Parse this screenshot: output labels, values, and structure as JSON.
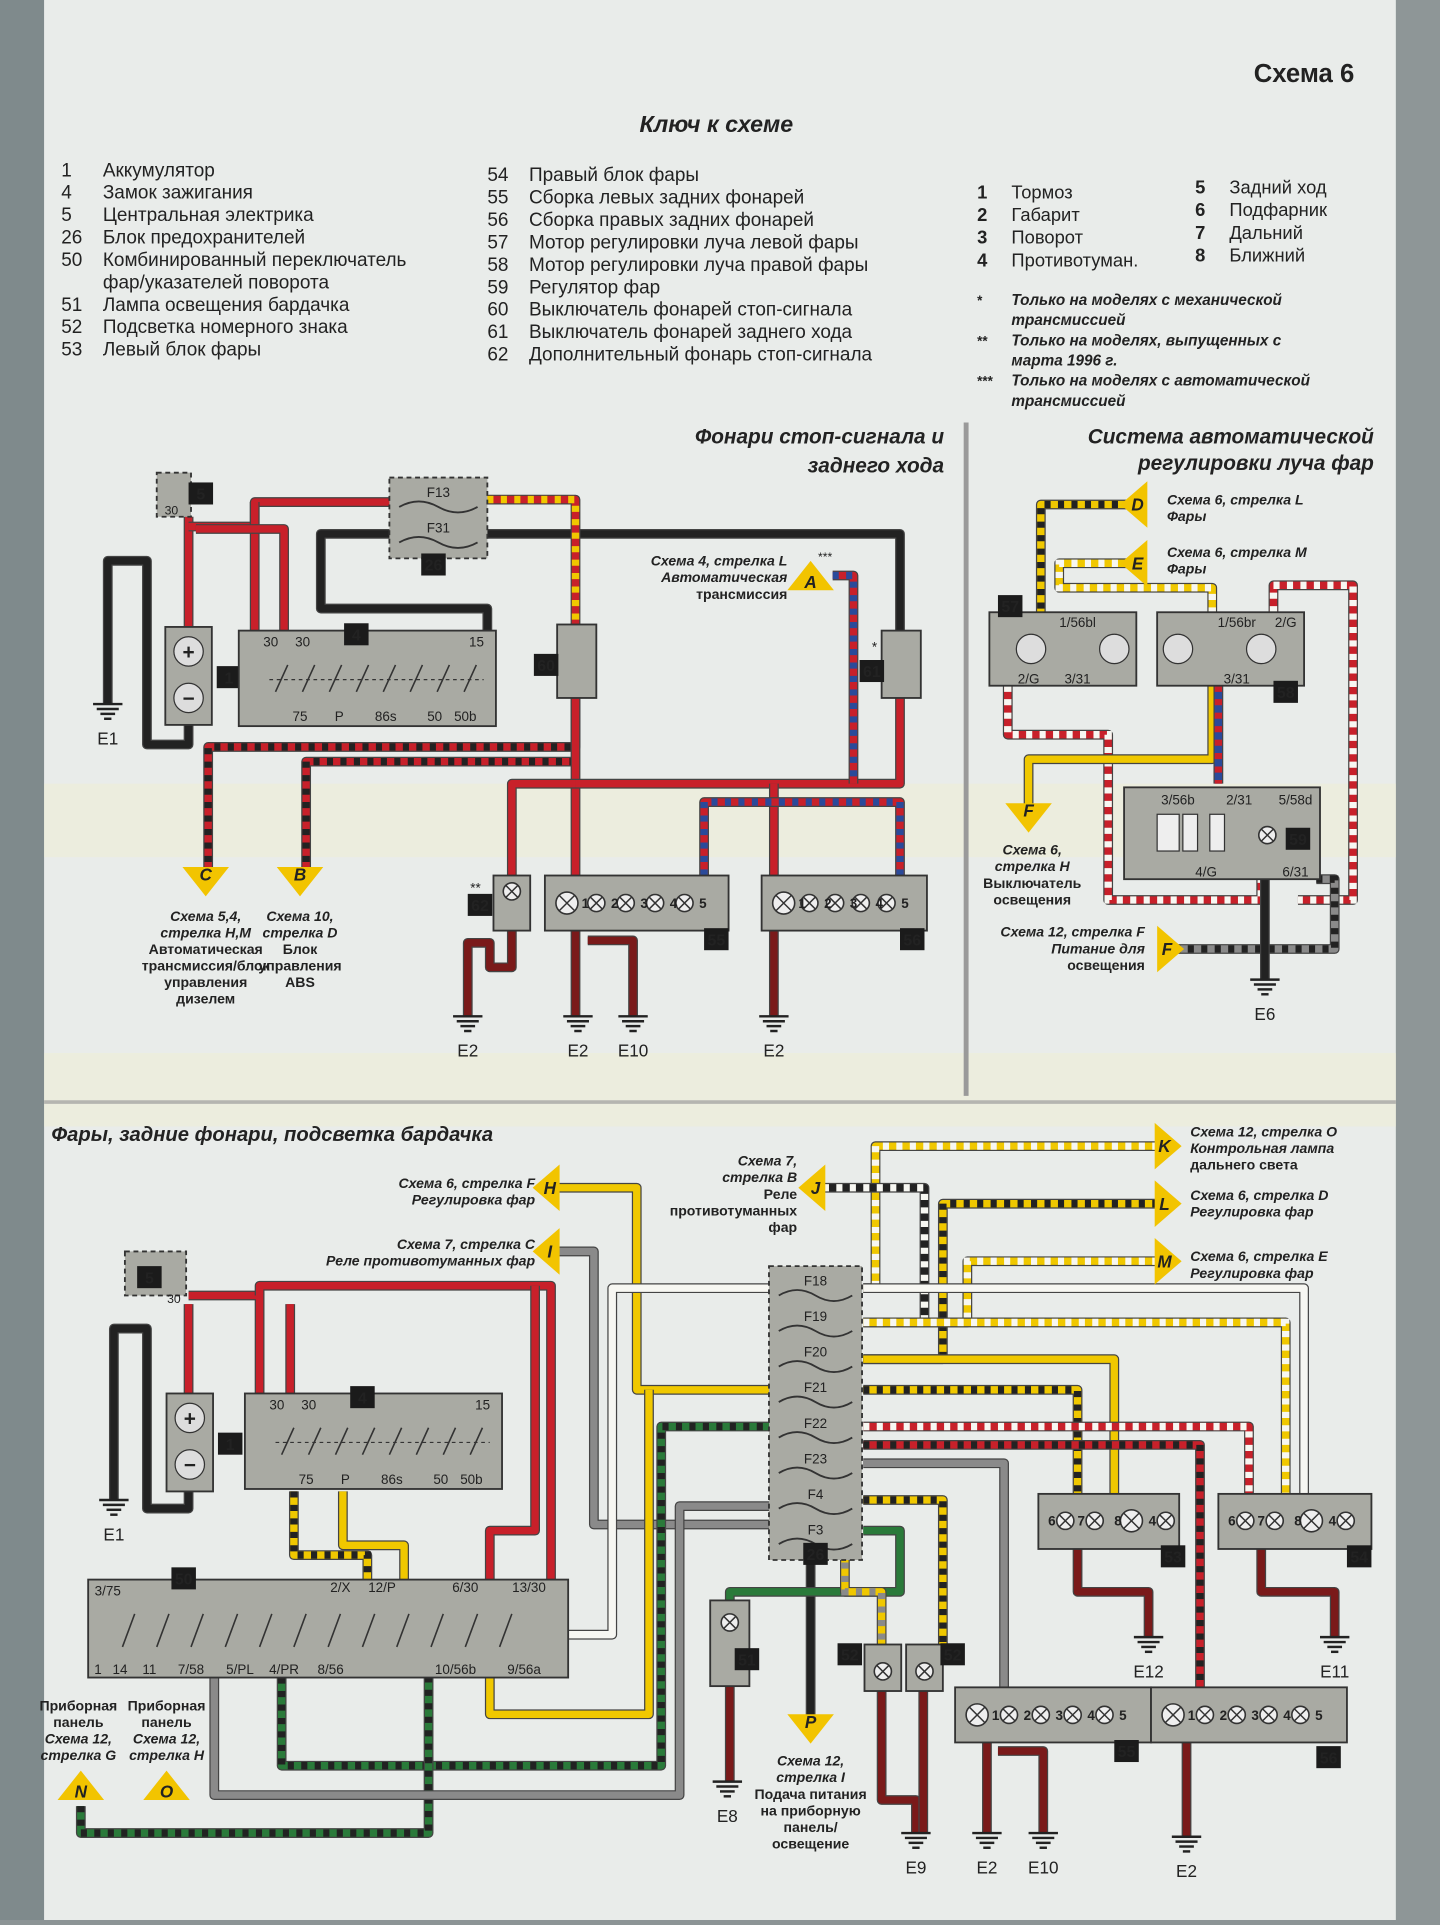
{
  "header": {
    "schema_title": "Схема 6",
    "key_title": "Ключ к схеме"
  },
  "key": {
    "items": [
      {
        "num": "1",
        "label": [
          "Аккумулятор"
        ]
      },
      {
        "num": "4",
        "label": [
          "Замок зажигания"
        ]
      },
      {
        "num": "5",
        "label": [
          "Центральная электрика"
        ]
      },
      {
        "num": "26",
        "label": [
          "Блок предохранителей"
        ]
      },
      {
        "num": "50",
        "label": [
          "Комбинированный   переключатель",
          "фар/указателей поворота"
        ]
      },
      {
        "num": "51",
        "label": [
          "Лампа освещения бардачка"
        ]
      },
      {
        "num": "52",
        "label": [
          "Подсветка номерного знака"
        ]
      },
      {
        "num": "53",
        "label": [
          "Левый блок фары"
        ]
      },
      {
        "num": "54",
        "label": [
          "Правый блок фары"
        ]
      },
      {
        "num": "55",
        "label": [
          "Сборка левых задних фонарей"
        ]
      },
      {
        "num": "56",
        "label": [
          "Сборка правых задних фонарей"
        ]
      },
      {
        "num": "57",
        "label": [
          "Мотор регулировки луча левой фары"
        ]
      },
      {
        "num": "58",
        "label": [
          "Мотор регулировки луча правой фары"
        ]
      },
      {
        "num": "59",
        "label": [
          "Регулятор фар"
        ]
      },
      {
        "num": "60",
        "label": [
          "Выключатель фонарей стоп-сигнала"
        ]
      },
      {
        "num": "61",
        "label": [
          "Выключатель фонарей заднего хода"
        ]
      },
      {
        "num": "62",
        "label": [
          "Дополнительный фонарь стоп-сигнала"
        ]
      }
    ],
    "lamp_legend": [
      {
        "num": "1",
        "label": "Тормоз"
      },
      {
        "num": "2",
        "label": "Габарит"
      },
      {
        "num": "3",
        "label": "Поворот"
      },
      {
        "num": "4",
        "label": "Противотуман."
      },
      {
        "num": "5",
        "label": "Задний ход"
      },
      {
        "num": "6",
        "label": "Подфарник"
      },
      {
        "num": "7",
        "label": "Дальний"
      },
      {
        "num": "8",
        "label": "Ближний"
      }
    ],
    "footnotes": [
      {
        "mark": "*",
        "text": [
          "Только на моделях с механической",
          "трансмиссией"
        ]
      },
      {
        "mark": "**",
        "text": [
          "Только на моделях, выпущенных с",
          "марта 1996 г."
        ]
      },
      {
        "mark": "***",
        "text": [
          "Только на моделях с автоматической",
          "трансмиссией"
        ]
      }
    ]
  },
  "sections": {
    "stop_lamps": [
      "Фонари стоп-сигнала и",
      "заднего хода"
    ],
    "headlamp_leveling": [
      "Система автоматической",
      "регулировки луча фар"
    ],
    "headlamps": [
      "Фары, задние фонари, подсветка бардачка"
    ]
  },
  "connectors": [
    {
      "letter": "C",
      "lines": [
        "Схема 5,4,",
        "стрелка H,M",
        "Автоматическая",
        "трансмиссия/блок",
        "управления",
        "дизелем"
      ]
    },
    {
      "letter": "B",
      "lines": [
        "Схема 10,",
        "стрелка D",
        "Блок",
        "управления",
        "ABS"
      ]
    },
    {
      "letter": "A",
      "note": "***",
      "lines": [
        "Схема 4, стрелка L",
        "Автоматическая",
        "трансмиссия"
      ]
    },
    {
      "letter": "D",
      "lines": [
        "Схема 6, стрелка L",
        "Фары"
      ]
    },
    {
      "letter": "E",
      "lines": [
        "Схема 6, стрелка M",
        "Фары"
      ]
    },
    {
      "letter": "F",
      "lines": [
        "Схема 6,",
        "стрелка H",
        "Выключатель",
        "освещения"
      ]
    },
    {
      "letter": "F",
      "lines": [
        "Схема 12, стрелка F",
        "Питание для",
        "освещения"
      ]
    },
    {
      "letter": "H",
      "lines": [
        "Схема 6, стрелка F",
        "Регулировка фар"
      ]
    },
    {
      "letter": "I",
      "lines": [
        "Схема 7, стрелка C",
        "Реле противотуманных фар"
      ]
    },
    {
      "letter": "J",
      "lines": [
        "Схема 7,",
        "стрелка B",
        "Реле",
        "противотуманных",
        "фар"
      ]
    },
    {
      "letter": "K",
      "lines": [
        "Схема 12, стрелка O",
        "Контрольная лампа",
        "дальнего света"
      ]
    },
    {
      "letter": "L",
      "lines": [
        "Схема 6, стрелка D",
        "Регулировка фар"
      ]
    },
    {
      "letter": "M",
      "lines": [
        "Схема 6, стрелка E",
        "Регулировка фар"
      ]
    },
    {
      "letter": "N",
      "lines": [
        "Приборная",
        "панель",
        "Схема 12,",
        "стрелка G"
      ]
    },
    {
      "letter": "O",
      "lines": [
        "Приборная",
        "панель",
        "Схема 12,",
        "стрелка H"
      ]
    },
    {
      "letter": "P",
      "lines": [
        "Схема 12,",
        "стрелка I",
        "Подача питания",
        "на приборную",
        "панель/",
        "освещение"
      ]
    }
  ],
  "grounds": [
    "E1",
    "E2",
    "E2",
    "E10",
    "E2",
    "E6",
    "E1",
    "E8",
    "E9",
    "E2",
    "E10",
    "E12",
    "E11",
    "E2"
  ],
  "components": [
    {
      "tag": "5",
      "pins": [
        "30"
      ]
    },
    {
      "tag": "1",
      "pins": [
        "+",
        "−"
      ]
    },
    {
      "tag": "4",
      "pins": [
        "30",
        "30",
        "15",
        "75",
        "P",
        "86s",
        "50",
        "50b"
      ]
    },
    {
      "tag": "26",
      "pins": [
        "F13",
        "F31"
      ]
    },
    {
      "tag": "60",
      "pins": []
    },
    {
      "tag": "61",
      "note": "*",
      "pins": []
    },
    {
      "tag": "62",
      "note": "**",
      "pins": []
    },
    {
      "tag": "55",
      "pins": [
        "1",
        "2",
        "3",
        "4",
        "5"
      ]
    },
    {
      "tag": "56",
      "pins": [
        "1",
        "2",
        "3",
        "4",
        "5"
      ]
    },
    {
      "tag": "57",
      "pins": [
        "1/56bl",
        "2/G",
        "3/31"
      ]
    },
    {
      "tag": "58",
      "pins": [
        "1/56br",
        "2/G",
        "3/31"
      ]
    },
    {
      "tag": "59",
      "pins": [
        "3/56b",
        "2/31",
        "5/58d",
        "4/G",
        "6/31"
      ]
    },
    {
      "tag": "5",
      "pins": [
        "30"
      ]
    },
    {
      "tag": "1",
      "pins": [
        "+",
        "−"
      ]
    },
    {
      "tag": "4",
      "pins": [
        "30",
        "30",
        "15",
        "75",
        "P",
        "86s",
        "50",
        "50b"
      ]
    },
    {
      "tag": "50",
      "pins": [
        "3/75",
        "2/X",
        "12/P",
        "6/30",
        "13/30",
        "1",
        "14",
        "11",
        "7/58",
        "5/PL",
        "4/PR",
        "8/56",
        "10/56b",
        "9/56a"
      ]
    },
    {
      "tag": "26",
      "pins": [
        "F18",
        "F19",
        "F20",
        "F21",
        "F22",
        "F23",
        "F4",
        "F3"
      ]
    },
    {
      "tag": "51",
      "pins": []
    },
    {
      "tag": "52",
      "pins": []
    },
    {
      "tag": "52",
      "pins": []
    },
    {
      "tag": "53",
      "pins": [
        "6",
        "7",
        "8",
        "4"
      ]
    },
    {
      "tag": "54",
      "pins": [
        "6",
        "7",
        "8",
        "4"
      ]
    },
    {
      "tag": "55",
      "pins": [
        "1",
        "2",
        "3",
        "4",
        "5"
      ]
    },
    {
      "tag": "56",
      "pins": [
        "1",
        "2",
        "3",
        "4",
        "5"
      ]
    }
  ],
  "colors": {
    "page": "#e9ecea",
    "binder": "#8c9495",
    "component": "#a9aaa3",
    "connector": "#f2c400",
    "legend_num": "#1a9ac0",
    "red": "#c8202a",
    "dark_red": "#7a1a1a",
    "black": "#222222",
    "yellow": "#f0c800",
    "white": "#f7f7f2",
    "green": "#2a7a3a",
    "gray": "#8a8a8a",
    "blue": "#2a4a9a"
  }
}
